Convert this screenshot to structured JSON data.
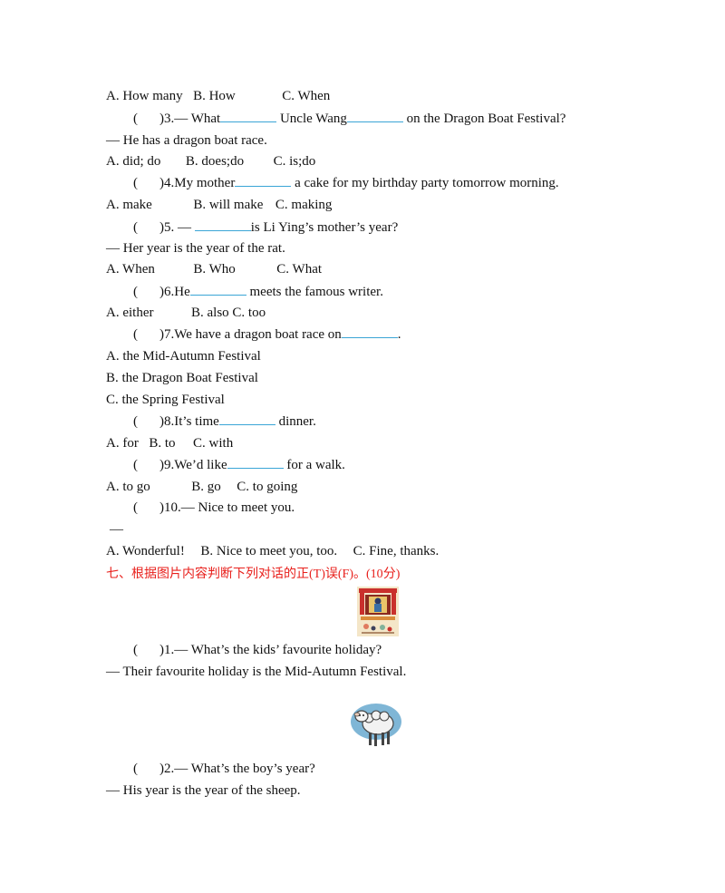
{
  "q2_options": {
    "a": "A. How many",
    "b": "B. How",
    "c": "C. When"
  },
  "q3": {
    "paren": "(",
    "paren_close": ")3.",
    "dash": "—",
    "part1": "What",
    "part2": "Uncle Wang",
    "part3": "on the Dragon Boat Festival?",
    "answer": "— He has a dragon boat race."
  },
  "q3_options": {
    "a": "A. did; do",
    "b": "B. does;do",
    "c": "C. is;do"
  },
  "q4": {
    "paren": "(",
    "paren_close": ")4.",
    "part1": "My mother",
    "part2": "a cake for my birthday party tomorrow morning."
  },
  "q4_options": {
    "a": "A. make",
    "b": "B. will make",
    "c": "C. making"
  },
  "q5": {
    "paren": "(",
    "paren_close": ")5.",
    "dash": "—",
    "part2": "is Li Ying’s mother’s year?",
    "answer": "— Her year is the year of the rat."
  },
  "q5_options": {
    "a": "A. When",
    "b": "B. Who",
    "c": "C. What"
  },
  "q6": {
    "paren": "(",
    "paren_close": ")6.",
    "part1": "He",
    "part2": "meets the famous writer."
  },
  "q6_options": {
    "a": "A. either",
    "b": "B. also",
    "c": "C. too"
  },
  "q7": {
    "paren": "(",
    "paren_close": ")7.",
    "part1": "We have a dragon boat race on",
    "part2": "."
  },
  "q7_options": {
    "a": "A. the Mid-Autumn Festival",
    "b": "B. the Dragon Boat Festival",
    "c": "C. the Spring Festival"
  },
  "q8": {
    "paren": "(",
    "paren_close": ")8.",
    "part1": "It’s time",
    "part2": "dinner."
  },
  "q8_options": {
    "a": "A. for",
    "b": "B. to",
    "c": "C. with"
  },
  "q9": {
    "paren": "(",
    "paren_close": ")9.",
    "part1": "We’d like",
    "part2": "for a walk."
  },
  "q9_options": {
    "a": "A. to go",
    "b": "B. go",
    "c": "C. to going"
  },
  "q10": {
    "paren": "(",
    "paren_close": ")10.",
    "dash": "—",
    "part1": "Nice to meet you.",
    "answer_dash": "—"
  },
  "q10_options": {
    "a": "A. Wonderful!",
    "b": "B. Nice to meet you, too.",
    "c": "C. Fine, thanks."
  },
  "section7": {
    "title_cn": "七、根据图片内容判断下列对话的正",
    "t": "(T)",
    "cn2": "误",
    "f": "(F)",
    "cn3": "。",
    "score": "(10",
    "cn4": "分",
    "close": ")"
  },
  "s7q1": {
    "paren": "(",
    "paren_close": ")1.",
    "question": "— What’s the kids’ favourite holiday?",
    "answer": "— Their favourite holiday is the Mid-Autumn Festival."
  },
  "s7q2": {
    "paren": "(",
    "paren_close": ")2.",
    "question": "— What’s the boy’s year?",
    "answer": "— His year is the year of the sheep."
  },
  "colors": {
    "blank_line": "#3aa5d6",
    "heading": "#e8201c"
  }
}
